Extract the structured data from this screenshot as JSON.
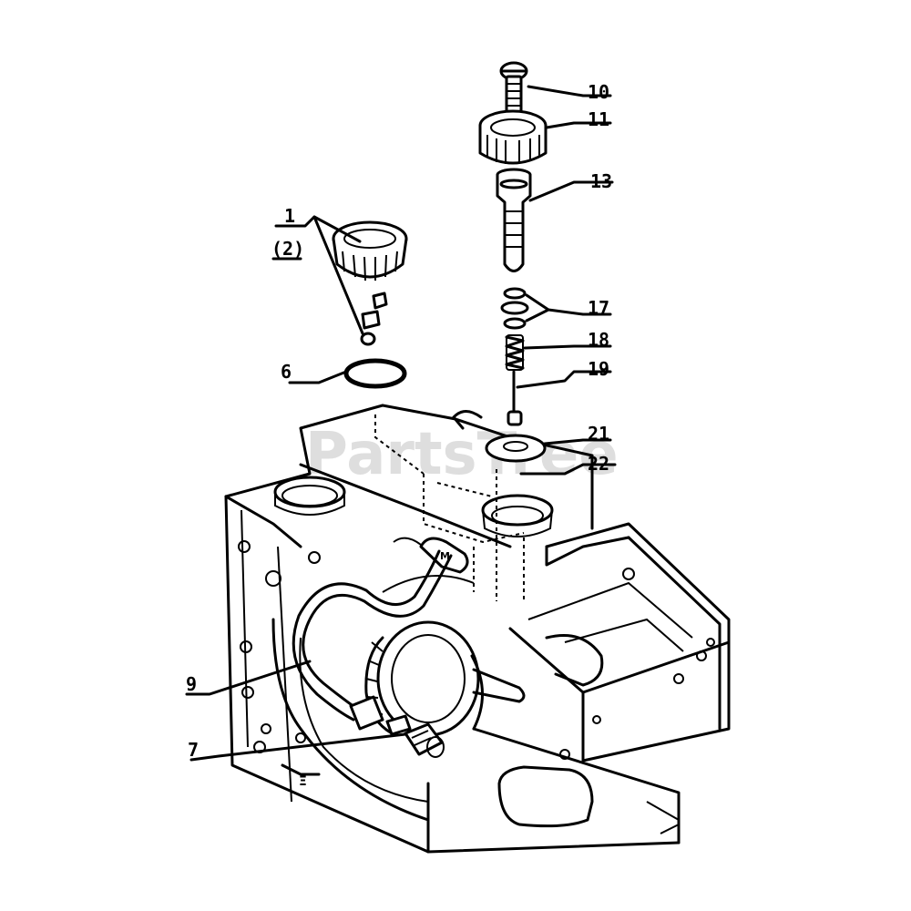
{
  "watermark": "PartsTree",
  "callouts": {
    "c10": "10",
    "c11": "11",
    "c13": "13",
    "c1": "1",
    "c1_qty": "(2)",
    "c17": "17",
    "c18": "18",
    "c19": "19",
    "c6": "6",
    "c21": "21",
    "c22": "22",
    "c9": "9",
    "c7": "7"
  }
}
